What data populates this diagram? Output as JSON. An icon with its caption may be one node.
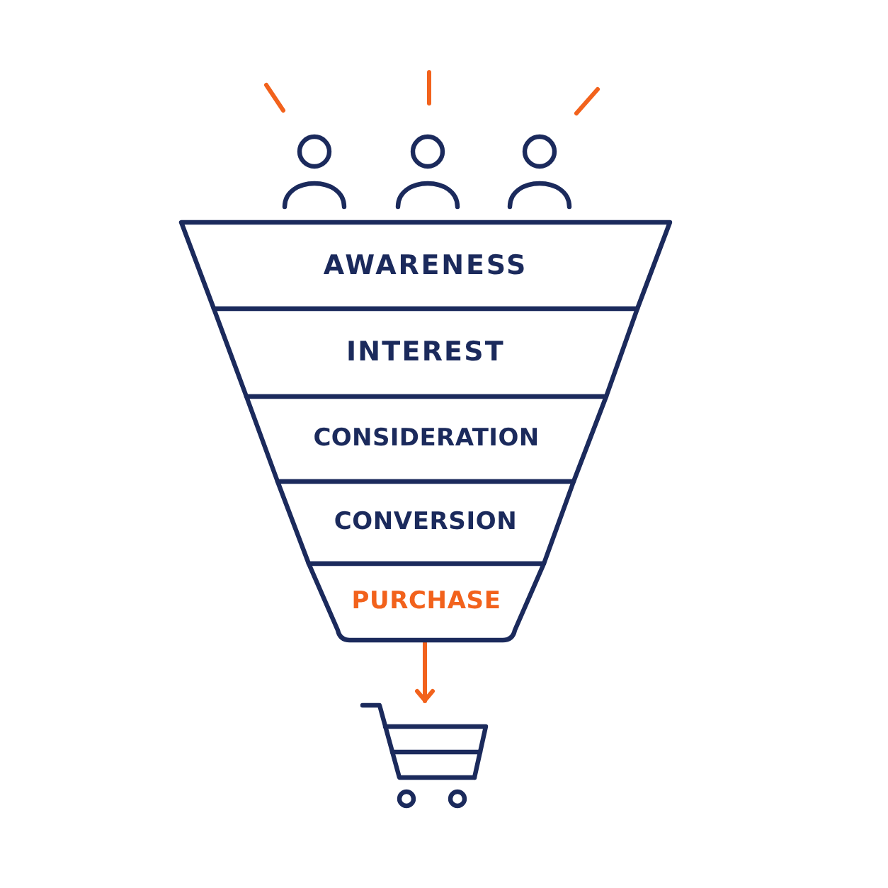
{
  "diagram": {
    "nodes": [
      {
        "text": [
          "AWARENESS"
        ]
      },
      {
        "text": [
          "INTEREST"
        ]
      },
      {
        "text": [
          "CONSIDERATION"
        ]
      },
      {
        "text": [
          "CONVERSION"
        ]
      },
      {
        "text": [
          "PURCHASE"
        ]
      },
      {
        "text": [],
        "shape": "picture"
      }
    ],
    "edges": [
      {
        "from": 4,
        "to": 5,
        "arrow": "to"
      }
    ]
  }
}
